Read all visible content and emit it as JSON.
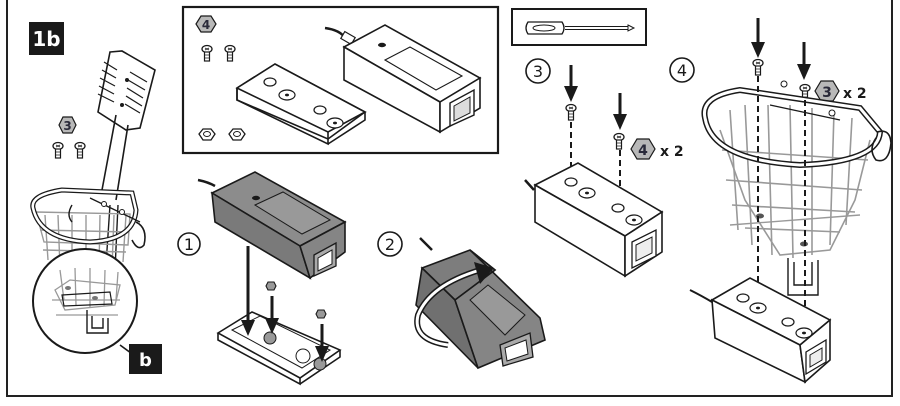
{
  "figure": {
    "title": "1b",
    "detail_callout": "b",
    "colors": {
      "line": "#1a1a1a",
      "adapter_fill": "#7d7d7d",
      "adapter_top": "#8c8c8c",
      "hex_fill": "#b8b8b8",
      "basket_wire": "#8a8a8a",
      "label_bg": "#1a1a1a",
      "label_text": "#ffffff"
    }
  },
  "parts_box": {
    "part_id": "4",
    "items": [
      "screw",
      "screw",
      "mounting-plate",
      "power-adapter",
      "nut",
      "nut"
    ]
  },
  "tool_box": {
    "tool": "phillips-screwdriver"
  },
  "steps": [
    {
      "number": "1",
      "action": "Place power adapter into mounting plate and insert nuts"
    },
    {
      "number": "2",
      "action": "Turn assembly over"
    },
    {
      "number": "3",
      "action": "Insert screws into plate",
      "part_id": "4",
      "quantity": "x 2"
    },
    {
      "number": "4",
      "action": "Attach basket to adapter with screws",
      "part_id": "3",
      "quantity": "x 2"
    }
  ],
  "overview": {
    "part_id": "3",
    "items": [
      "screw",
      "screw",
      "pedal-bracket",
      "basket"
    ]
  }
}
